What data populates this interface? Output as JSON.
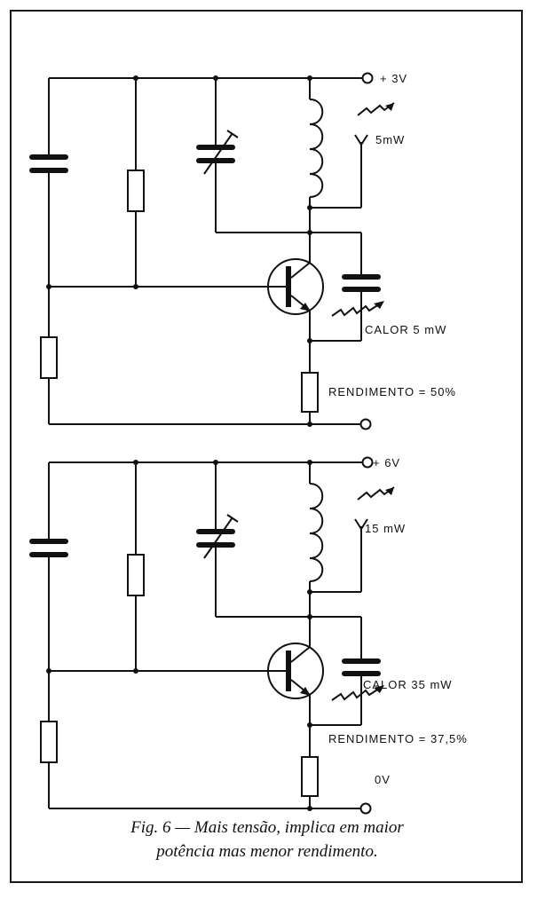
{
  "circuit_top": {
    "supply_label": "+ 3V",
    "coil_power_label": "5mW",
    "heat_label": "CALOR  5 mW",
    "efficiency_label": "RENDIMENTO = 50%"
  },
  "circuit_bottom": {
    "supply_label": "+ 6V",
    "coil_power_label": "15 mW",
    "heat_label": "CALOR  35 mW",
    "efficiency_label": "RENDIMENTO = 37,5%",
    "ground_label": "0V"
  },
  "caption": {
    "line1": "Fig. 6 — Mais tensão, implica em maior",
    "line2": "potência mas menor rendimento."
  }
}
